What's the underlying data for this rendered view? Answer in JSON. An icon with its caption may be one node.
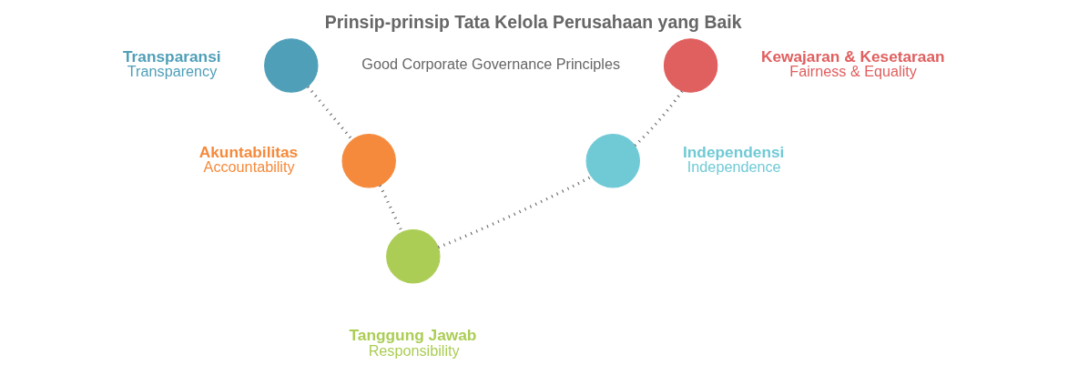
{
  "diagram": {
    "title": "Prinsip-prinsip Tata Kelola Perusahaan yang Baik",
    "nodes": [
      {
        "text": [],
        "shape": "circle",
        "beside": [
          "Transparansi",
          "Transparency"
        ]
      },
      {
        "text": [],
        "shape": "circle",
        "beside": [
          "Akuntabilitas",
          "Accountability"
        ]
      },
      {
        "text": [],
        "shape": "circle",
        "beside": [
          "Tanggung Jawab",
          "Responsibility"
        ]
      },
      {
        "text": [],
        "shape": "circle",
        "beside": [
          "Independensi",
          "Independence"
        ]
      },
      {
        "text": [],
        "shape": "circle",
        "beside": [
          "Kewajaran & Kesetaraan",
          "Fairness & Equality"
        ]
      }
    ],
    "edges": [
      {
        "from": 0,
        "to": 1,
        "arrow": "none",
        "style": "dashed"
      },
      {
        "from": 1,
        "to": 2,
        "arrow": "none",
        "style": "dashed"
      },
      {
        "from": 2,
        "to": 3,
        "arrow": "none",
        "style": "dashed"
      },
      {
        "from": 3,
        "to": 4,
        "arrow": "none",
        "style": "dashed"
      }
    ],
    "labels": [
      "Good Corporate Governance Principles"
    ]
  }
}
